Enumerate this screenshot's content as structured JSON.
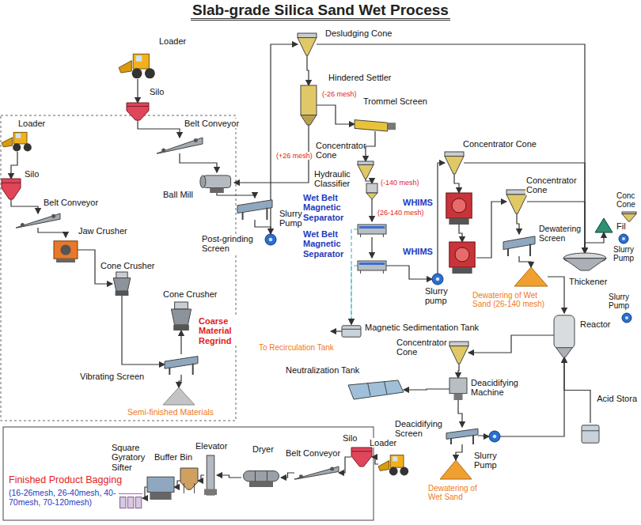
{
  "diagram": {
    "title": "Slab-grade Silica Sand Wet Process",
    "nodes": [
      {
        "text": [
          "Loader"
        ]
      },
      {
        "text": [
          "Silo"
        ]
      },
      {
        "text": [
          "Belt Conveyor"
        ]
      },
      {
        "text": [
          "Jaw Crusher"
        ]
      },
      {
        "text": [
          "Cone Crusher"
        ]
      },
      {
        "text": [
          "Cone Crusher"
        ]
      },
      {
        "text": [
          "Vibrating Screen"
        ]
      },
      {
        "text": [
          "Semi-finished Materials"
        ]
      },
      {
        "text": [
          "Loader"
        ]
      },
      {
        "text": [
          "Silo"
        ]
      },
      {
        "text": [
          "Belt Conveyor"
        ]
      },
      {
        "text": [
          "Ball Mill"
        ]
      },
      {
        "text": [
          "Post-grinding Screen"
        ]
      },
      {
        "text": [
          "Slurry Pump"
        ]
      },
      {
        "text": [
          "Desludging Cone"
        ]
      },
      {
        "text": [
          "Hindered Settler"
        ]
      },
      {
        "text": [
          "Trommel Screen"
        ]
      },
      {
        "text": [
          "Concentrator Cone"
        ]
      },
      {
        "text": [
          "Hydraulic Classifier"
        ]
      },
      {
        "text": [
          "Wet Belt Magnetic Separator"
        ]
      },
      {
        "text": [
          "Wet Belt Magnetic Separator"
        ]
      },
      {
        "text": [
          "Concentrator Cone"
        ]
      },
      {
        "text": [
          "WHIMS"
        ]
      },
      {
        "text": [
          "WHIMS"
        ]
      },
      {
        "text": [
          "Concentrator Cone"
        ]
      },
      {
        "text": [
          "Dewatering Screen"
        ]
      },
      {
        "text": [
          "Dewatering of Wet Sand (26-140 mesh)"
        ]
      },
      {
        "text": [
          "Slurry pump"
        ]
      },
      {
        "text": [
          "Thickener"
        ]
      },
      {
        "text": [
          "Conc Cone"
        ]
      },
      {
        "text": [
          "Fil"
        ]
      },
      {
        "text": [
          "Slurry Pump"
        ]
      },
      {
        "text": [
          "Slurry Pump"
        ]
      },
      {
        "text": [
          "Reactor"
        ]
      },
      {
        "text": [
          "Acid Stora"
        ]
      },
      {
        "text": [
          "Magnetic Sedimentation Tank"
        ]
      },
      {
        "text": [
          "Concentrator Cone"
        ]
      },
      {
        "text": [
          "Neutralization Tank"
        ]
      },
      {
        "text": [
          "Deacidifying Machine"
        ]
      },
      {
        "text": [
          "Deacidifying Screen"
        ]
      },
      {
        "text": [
          "Slurry Pump"
        ]
      },
      {
        "text": [
          "Dewatering of Wet Sand"
        ]
      },
      {
        "text": [
          "Loader"
        ]
      },
      {
        "text": [
          "Silo"
        ]
      },
      {
        "text": [
          "Belt Conveyor"
        ]
      },
      {
        "text": [
          "Dryer"
        ]
      },
      {
        "text": [
          "Elevator"
        ]
      },
      {
        "text": [
          "Buffer Bin"
        ]
      },
      {
        "text": [
          "Square Gyratory Sifter"
        ]
      },
      {
        "text": [
          "Finished Product Bagging",
          "(16-26mesh, 26-40mesh, 40-70mesh, 70-120mesh)"
        ]
      }
    ],
    "edges": [
      {
        "from": 0,
        "to": 1,
        "arrow": "to"
      },
      {
        "from": 1,
        "to": 2,
        "arrow": "to"
      },
      {
        "from": 2,
        "to": 3,
        "arrow": "to"
      },
      {
        "from": 3,
        "to": 4,
        "arrow": "to"
      },
      {
        "from": 4,
        "to": 6,
        "arrow": "to"
      },
      {
        "from": 6,
        "to": 5,
        "arrow": "to"
      },
      {
        "from": 6,
        "to": 7,
        "arrow": "to"
      },
      {
        "from": 8,
        "to": 9,
        "arrow": "to"
      },
      {
        "from": 9,
        "to": 10,
        "arrow": "to"
      },
      {
        "from": 10,
        "to": 11,
        "arrow": "to"
      },
      {
        "from": 11,
        "to": 12,
        "arrow": "to"
      },
      {
        "from": 12,
        "to": 13,
        "arrow": "to"
      },
      {
        "from": 13,
        "to": 14,
        "arrow": "to"
      },
      {
        "from": 14,
        "to": 15,
        "arrow": "to"
      },
      {
        "from": 15,
        "to": 16,
        "arrow": "to"
      },
      {
        "from": 15,
        "to": 11,
        "arrow": "to"
      },
      {
        "from": 16,
        "to": 17,
        "arrow": "to"
      },
      {
        "from": 17,
        "to": 18,
        "arrow": "to"
      },
      {
        "from": 18,
        "to": 19,
        "arrow": "to"
      },
      {
        "from": 19,
        "to": 20,
        "arrow": "to"
      },
      {
        "from": 20,
        "to": 27,
        "arrow": "to"
      },
      {
        "from": 27,
        "to": 21,
        "arrow": "to"
      },
      {
        "from": 21,
        "to": 22,
        "arrow": "to"
      },
      {
        "from": 22,
        "to": 23,
        "arrow": "to"
      },
      {
        "from": 23,
        "to": 24,
        "arrow": "to"
      },
      {
        "from": 24,
        "to": 25,
        "arrow": "to"
      },
      {
        "from": 25,
        "to": 26,
        "arrow": "to"
      },
      {
        "from": 14,
        "to": 28,
        "arrow": "to"
      },
      {
        "from": 21,
        "to": 28,
        "arrow": "to"
      },
      {
        "from": 24,
        "to": 28,
        "arrow": "to"
      },
      {
        "from": 28,
        "to": 30,
        "arrow": "to"
      },
      {
        "from": 26,
        "to": 33,
        "arrow": "to"
      },
      {
        "from": 34,
        "to": 33,
        "arrow": "to"
      },
      {
        "from": 33,
        "to": 36,
        "arrow": "to"
      },
      {
        "from": 36,
        "to": 38,
        "arrow": "to"
      },
      {
        "from": 38,
        "to": 39,
        "arrow": "to"
      },
      {
        "from": 38,
        "to": 37,
        "arrow": "to"
      },
      {
        "from": 39,
        "to": 41,
        "arrow": "to"
      },
      {
        "from": 39,
        "to": 40,
        "arrow": "to"
      },
      {
        "from": 40,
        "to": 33,
        "arrow": "to"
      },
      {
        "from": 19,
        "to": 35,
        "arrow": "to"
      },
      {
        "from": 20,
        "to": 35,
        "arrow": "to"
      },
      {
        "from": 42,
        "to": 43,
        "arrow": "to"
      },
      {
        "from": 43,
        "to": 44,
        "arrow": "to"
      },
      {
        "from": 44,
        "to": 45,
        "arrow": "to"
      },
      {
        "from": 45,
        "to": 46,
        "arrow": "to"
      },
      {
        "from": 46,
        "to": 47,
        "arrow": "to"
      },
      {
        "from": 47,
        "to": 48,
        "arrow": "to"
      },
      {
        "from": 48,
        "to": 49,
        "arrow": "to"
      }
    ],
    "labels": [
      "(-26 mesh)",
      "(+26 mesh)",
      "(-140 mesh)",
      "(26-140 mesh)",
      "Coarse Material Regrind",
      "To Recirculation Tank"
    ]
  }
}
